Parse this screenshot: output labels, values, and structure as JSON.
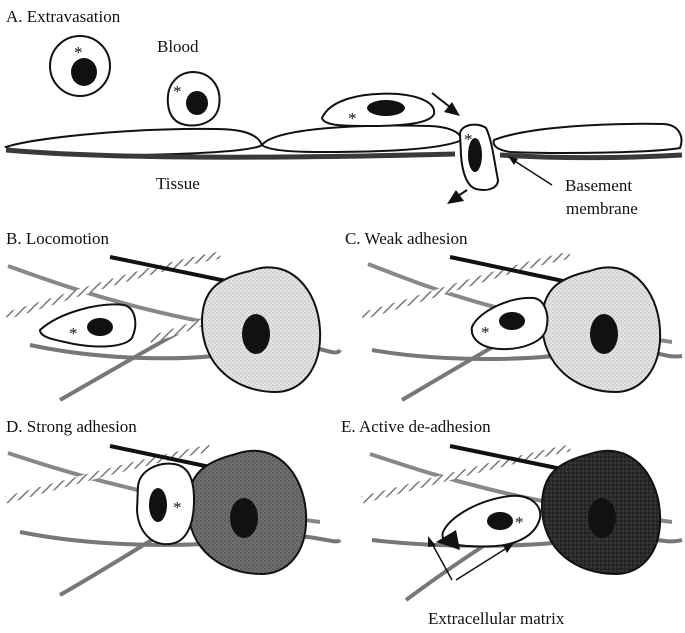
{
  "panels": {
    "a": {
      "title": "A. Extravasation",
      "blood": "Blood",
      "tissue": "Tissue",
      "basement_line1": "Basement",
      "basement_line2": "membrane"
    },
    "b": {
      "title": "B.  Locomotion"
    },
    "c": {
      "title": "C.  Weak adhesion"
    },
    "d": {
      "title": "D.  Strong adhesion"
    },
    "e": {
      "title": "E.  Active de-adhesion"
    }
  },
  "footer": {
    "ecm_label": "Extracellular matrix"
  },
  "marker": "*",
  "colors": {
    "ink": "#111111",
    "target_light": "#d9d9d9",
    "target_dark": "#6e6e6e",
    "target_darkest": "#2a2a2a",
    "fiber": "#8a8a8a",
    "basement": "#555555"
  }
}
